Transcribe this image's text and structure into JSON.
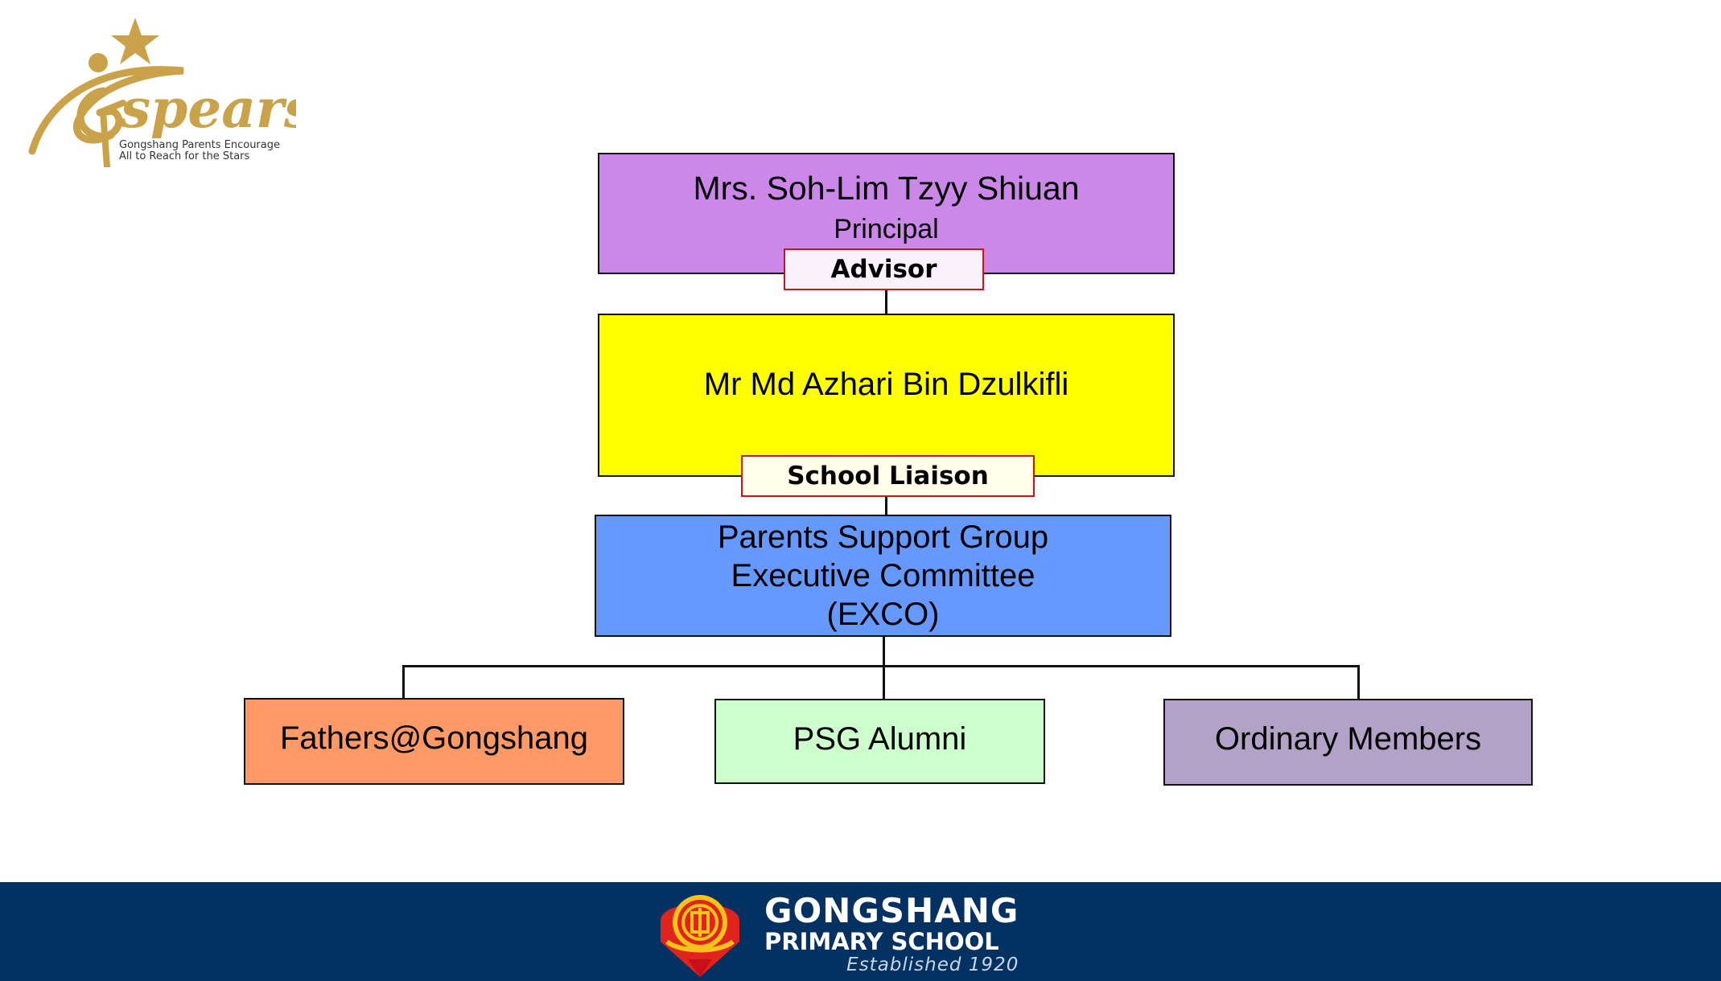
{
  "logo": {
    "name": "G'spears",
    "tagline_line1": "Gongshang Parents Encourage",
    "tagline_line2": "All to Reach for the Stars"
  },
  "org_chart": {
    "principal": {
      "name": "Mrs. Soh-Lim Tzyy Shiuan",
      "role": "Principal",
      "tag": "Advisor"
    },
    "liaison": {
      "name": "Mr Md Azhari Bin Dzulkifli",
      "tag": "School Liaison"
    },
    "exco": {
      "line1": "Parents Support Group",
      "line2": "Executive Committee",
      "line3": "(EXCO)"
    },
    "groups": [
      {
        "label": "Fathers@Gongshang"
      },
      {
        "label": "PSG Alumni"
      },
      {
        "label": "Ordinary Members"
      }
    ]
  },
  "footer": {
    "school_line1": "GONGSHANG",
    "school_line2": "PRIMARY SCHOOL",
    "established": "Established 1920"
  },
  "colors": {
    "principal": "#cc88e8",
    "liaison": "#ffff00",
    "exco": "#6699ff",
    "fathers": "#ff9966",
    "alumni": "#ccffcc",
    "ordinary": "#b3a2c7",
    "tag_border": "#d0101c",
    "footer_bg": "#033162",
    "logo_gold": "#c9a24a"
  }
}
